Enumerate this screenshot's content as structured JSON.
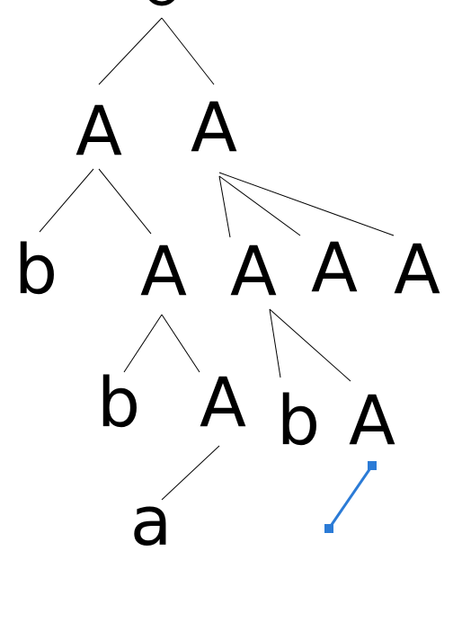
{
  "diagram": {
    "nodes": [
      {
        "id": "root",
        "label": ""
      },
      {
        "id": "n1",
        "label": "A"
      },
      {
        "id": "n2",
        "label": "A"
      },
      {
        "id": "n3",
        "label": "b"
      },
      {
        "id": "n4",
        "label": "A"
      },
      {
        "id": "n5",
        "label": "A"
      },
      {
        "id": "n6",
        "label": "A"
      },
      {
        "id": "n7",
        "label": "A"
      },
      {
        "id": "n8",
        "label": "b"
      },
      {
        "id": "n9",
        "label": "A"
      },
      {
        "id": "n10",
        "label": "b"
      },
      {
        "id": "n11",
        "label": "A"
      },
      {
        "id": "n12",
        "label": "a"
      }
    ],
    "edges": [
      {
        "from": "root",
        "to": "n1"
      },
      {
        "from": "root",
        "to": "n2"
      },
      {
        "from": "n1",
        "to": "n3"
      },
      {
        "from": "n1",
        "to": "n4"
      },
      {
        "from": "n2",
        "to": "n5"
      },
      {
        "from": "n2",
        "to": "n6"
      },
      {
        "from": "n2",
        "to": "n7"
      },
      {
        "from": "n4",
        "to": "n8"
      },
      {
        "from": "n4",
        "to": "n9"
      },
      {
        "from": "n5",
        "to": "n10"
      },
      {
        "from": "n5",
        "to": "n11"
      },
      {
        "from": "n9",
        "to": "n12"
      }
    ],
    "selection": {
      "state": "selected",
      "color": "#2b7bd6"
    }
  }
}
